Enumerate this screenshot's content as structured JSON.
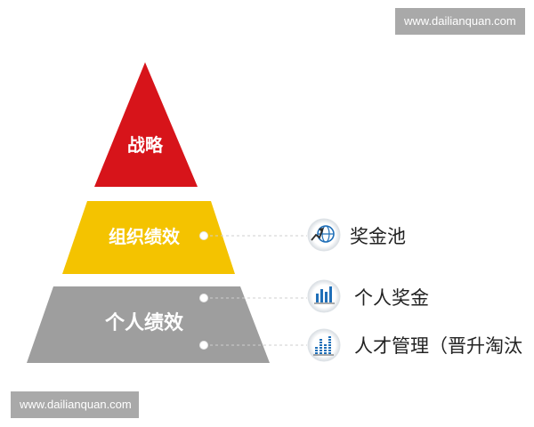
{
  "watermark": {
    "top": "www.dailianquan.com",
    "bottom": "www.dailianquan.com"
  },
  "pyramid": {
    "tiers": [
      {
        "label": "战略",
        "color": "#d7141a"
      },
      {
        "label": "组织绩效",
        "color": "#f4c300"
      },
      {
        "label": "个人绩效",
        "color": "#9e9e9e"
      }
    ]
  },
  "items": [
    {
      "label": "奖金池",
      "icon": "globe-growth-icon"
    },
    {
      "label": "个人奖金",
      "icon": "bar-chart-icon"
    },
    {
      "label": "人才管理（晋升淘汰",
      "icon": "equalizer-chart-icon"
    }
  ],
  "colors": {
    "icon_blue": "#1f6fb8",
    "icon_ring": "#e3e8ec",
    "connector": "#cfcfcf"
  }
}
